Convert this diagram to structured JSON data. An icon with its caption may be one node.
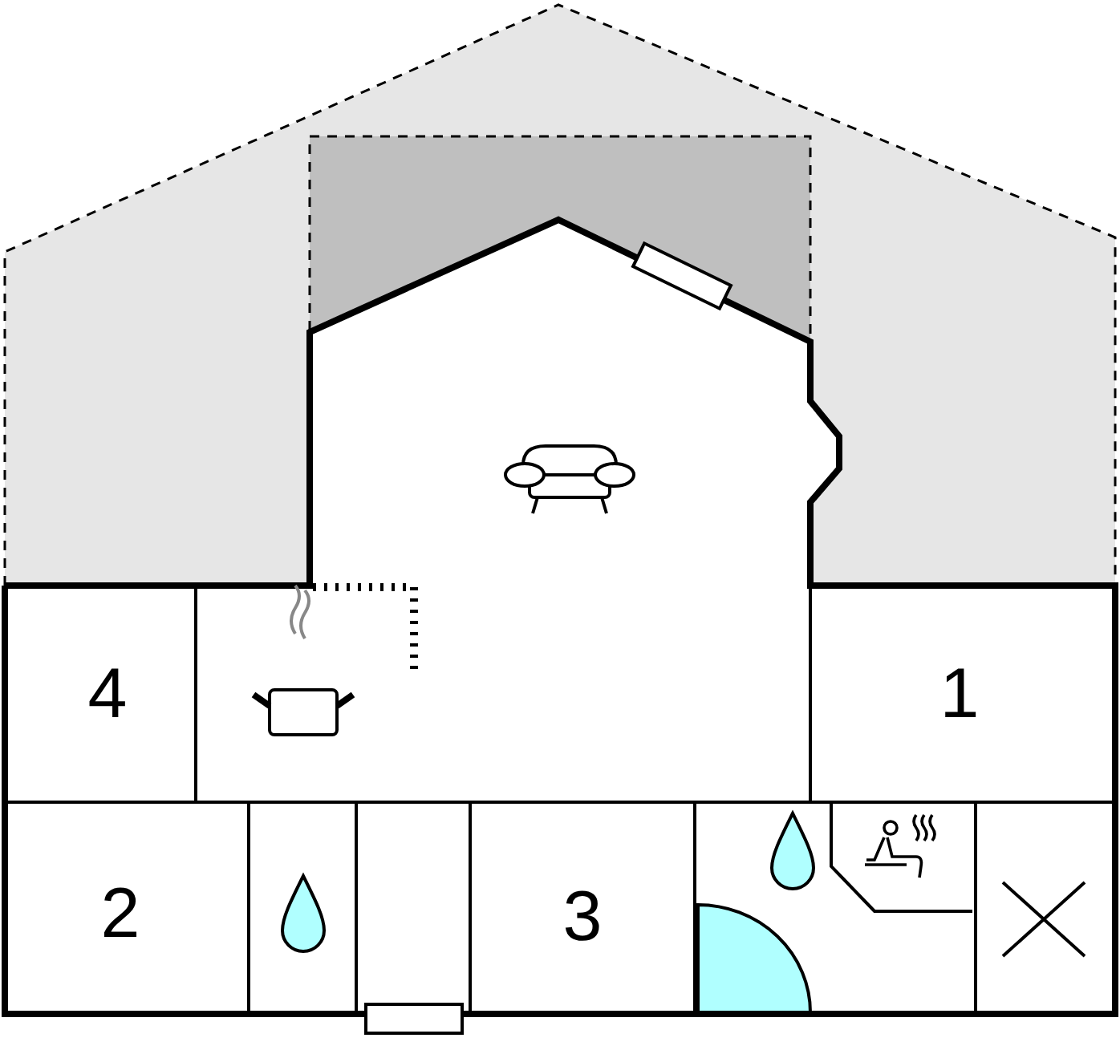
{
  "diagram": {
    "nodes": [
      {
        "text": [
          "4"
        ]
      },
      {
        "text": [
          "1"
        ]
      },
      {
        "text": [
          "2"
        ]
      },
      {
        "text": [
          "3"
        ]
      }
    ]
  }
}
